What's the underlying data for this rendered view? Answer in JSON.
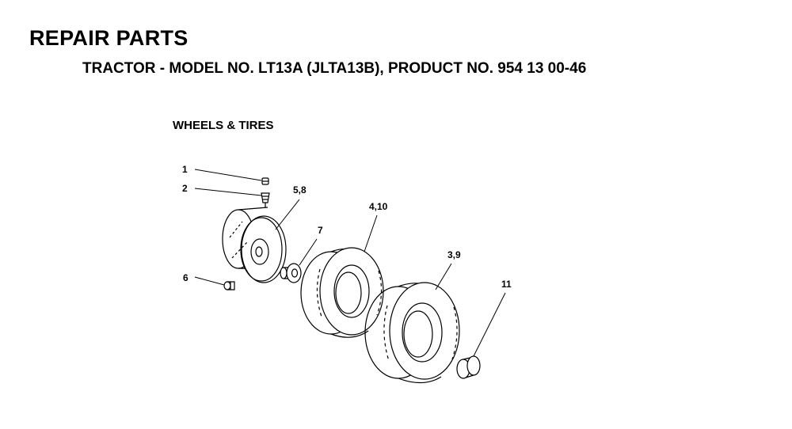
{
  "header": {
    "title": "REPAIR PARTS",
    "subtitle": "TRACTOR - MODEL NO. LT13A (JLTA13B), PRODUCT NO. 954 13 00-46",
    "section": "WHEELS & TIRES"
  },
  "callouts": {
    "c1": "1",
    "c2": "2",
    "c5_8": "5,8",
    "c7": "7",
    "c4_10": "4,10",
    "c3_9": "3,9",
    "c6": "6",
    "c11": "11"
  }
}
